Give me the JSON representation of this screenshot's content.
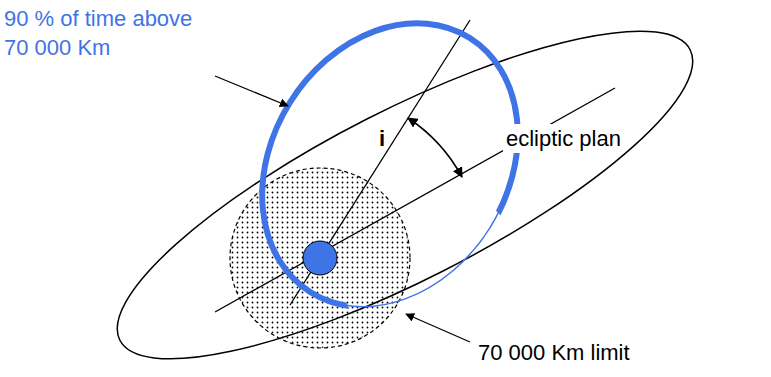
{
  "diagram": {
    "labels": [
      "90 % of time above 70 000 Km",
      "ecliptic plan",
      "i",
      "70 000 Km limit"
    ]
  }
}
